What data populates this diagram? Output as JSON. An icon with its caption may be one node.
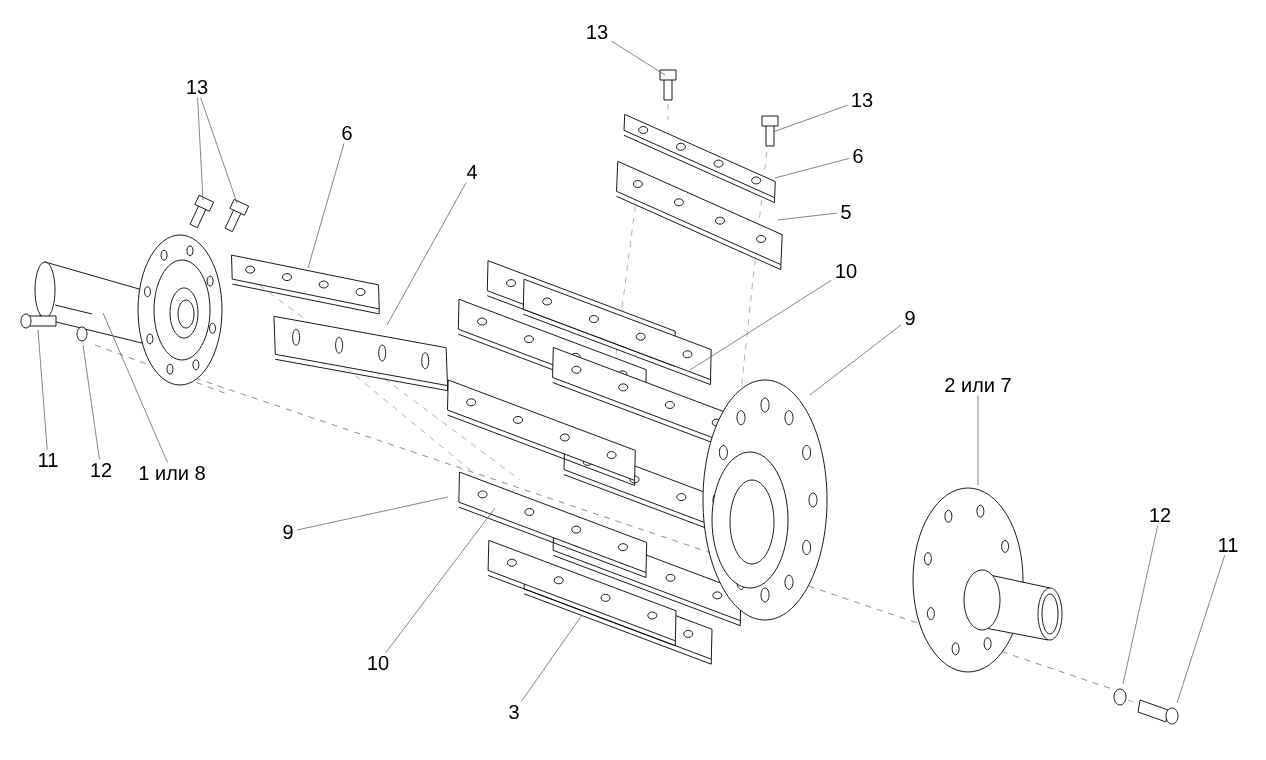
{
  "diagram": {
    "nodes": [
      {
        "text": [
          "13"
        ]
      },
      {
        "text": [
          "6"
        ]
      },
      {
        "text": [
          "4"
        ]
      },
      {
        "text": [
          "13"
        ]
      },
      {
        "text": [
          "13"
        ]
      },
      {
        "text": [
          "6"
        ]
      },
      {
        "text": [
          "5"
        ]
      },
      {
        "text": [
          "10"
        ]
      },
      {
        "text": [
          "9"
        ]
      },
      {
        "text": [
          "11"
        ]
      },
      {
        "text": [
          "12"
        ]
      },
      {
        "text": [
          "1 или 8"
        ]
      },
      {
        "text": [
          "2 или 7"
        ]
      },
      {
        "text": [
          "9"
        ]
      },
      {
        "text": [
          "10"
        ]
      },
      {
        "text": [
          "3"
        ]
      },
      {
        "text": [
          "12"
        ]
      },
      {
        "text": [
          "11"
        ]
      }
    ],
    "edges": [
      {
        "from": 0,
        "to": null,
        "arrow": "none"
      },
      {
        "from": 0,
        "to": null,
        "arrow": "none"
      },
      {
        "from": 1,
        "to": null,
        "arrow": "none"
      },
      {
        "from": 2,
        "to": null,
        "arrow": "none"
      },
      {
        "from": 3,
        "to": null,
        "arrow": "none"
      },
      {
        "from": 4,
        "to": null,
        "arrow": "none"
      },
      {
        "from": 5,
        "to": null,
        "arrow": "none"
      },
      {
        "from": 6,
        "to": null,
        "arrow": "none"
      },
      {
        "from": 7,
        "to": null,
        "arrow": "none"
      },
      {
        "from": 8,
        "to": null,
        "arrow": "none"
      },
      {
        "from": 9,
        "to": null,
        "arrow": "none"
      },
      {
        "from": 10,
        "to": null,
        "arrow": "none"
      },
      {
        "from": 11,
        "to": null,
        "arrow": "none"
      },
      {
        "from": 12,
        "to": null,
        "arrow": "none"
      },
      {
        "from": 13,
        "to": null,
        "arrow": "none"
      },
      {
        "from": 14,
        "to": null,
        "arrow": "none"
      },
      {
        "from": 15,
        "to": null,
        "arrow": "none"
      },
      {
        "from": 16,
        "to": null,
        "arrow": "none"
      },
      {
        "from": 17,
        "to": null,
        "arrow": "none"
      }
    ]
  }
}
